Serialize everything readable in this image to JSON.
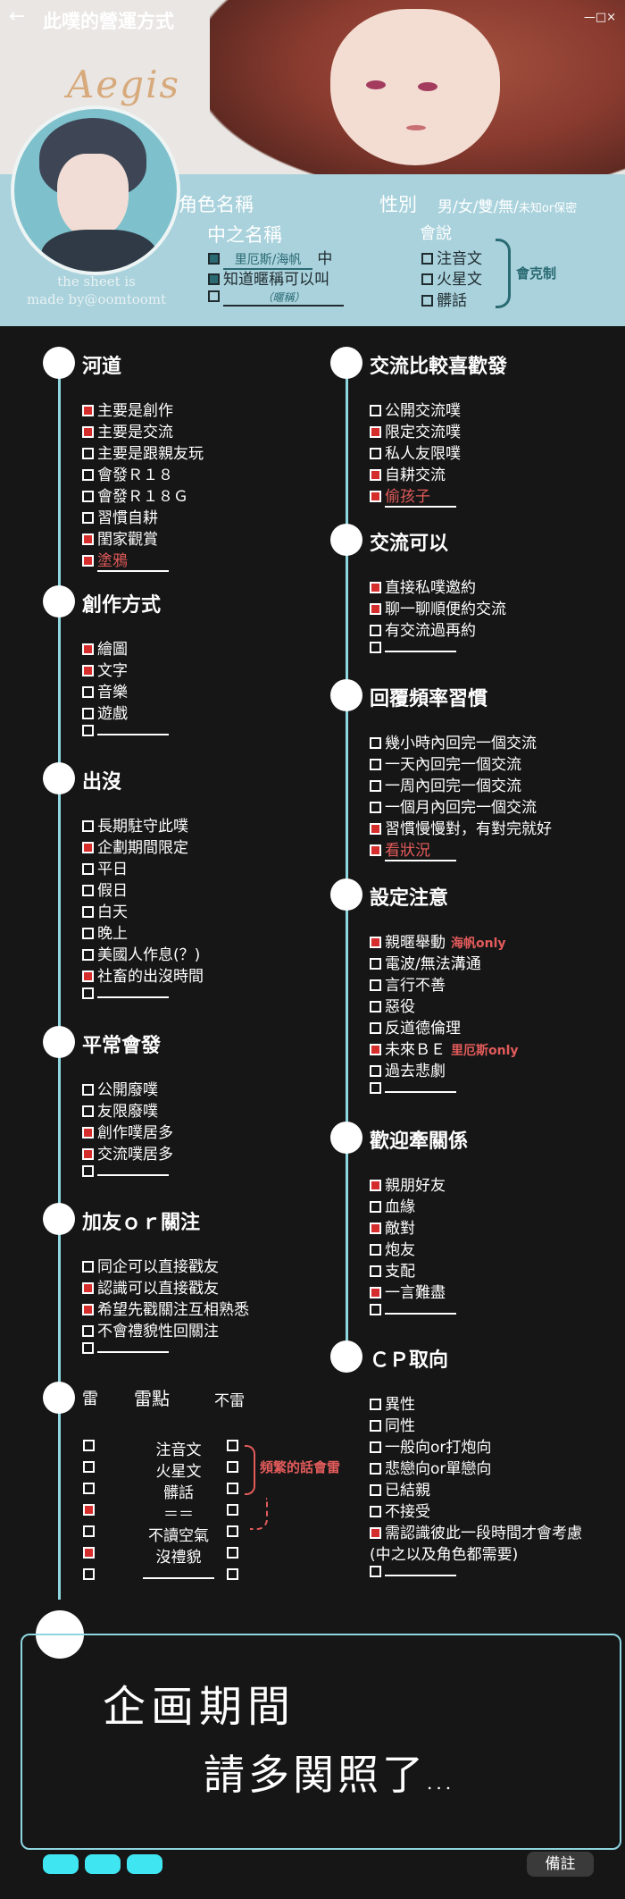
{
  "window": {
    "title": "此噗的營運方式",
    "back_icon": "←",
    "controls": "—□×"
  },
  "header": {
    "logo": "Aegis",
    "credit_line1": "the sheet is",
    "credit_line2": "made by@oomtoomt"
  },
  "profile": {
    "char_name_label": "角色名稱",
    "gender_label": "性別",
    "gender_options": "男/女/雙/無/",
    "gender_tail": "未知or保密",
    "cn_name_label": "中之名稱",
    "cn_opt1": "里厄斯/海帆",
    "cn_opt1_suffix": "中",
    "cn_opt2": "知道暱稱可以叫",
    "cn_opt3_hint": "（暱稱）",
    "speak_label": "會說",
    "speak_opts": [
      "注音文",
      "火星文",
      "髒話"
    ],
    "speak_note": "會克制"
  },
  "left": {
    "s1": {
      "title": "河道",
      "items": [
        "主要是創作",
        "主要是交流",
        "主要是跟親友玩",
        "會發Ｒ１８",
        "會發Ｒ１８Ｇ",
        "習慣自耕",
        "閨家觀賞",
        "塗鴉"
      ],
      "checked": [
        1,
        1,
        0,
        0,
        0,
        0,
        1,
        1
      ]
    },
    "s2": {
      "title": "創作方式",
      "items": [
        "繪圖",
        "文字",
        "音樂",
        "遊戲",
        ""
      ],
      "checked": [
        1,
        1,
        0,
        0,
        0
      ]
    },
    "s3": {
      "title": "出沒",
      "items": [
        "長期駐守此噗",
        "企劃期間限定",
        "平日",
        "假日",
        "白天",
        "晚上",
        "美國人作息(？)",
        "社畜的出沒時間",
        ""
      ],
      "checked": [
        0,
        1,
        0,
        0,
        0,
        0,
        0,
        1,
        0
      ]
    },
    "s4": {
      "title": "平常會發",
      "items": [
        "公開廢噗",
        "友限廢噗",
        "創作噗居多",
        "交流噗居多",
        ""
      ],
      "checked": [
        0,
        0,
        1,
        1,
        0
      ]
    },
    "s5": {
      "title": "加友ｏｒ關注",
      "items": [
        "同企可以直接戳友",
        "認識可以直接戳友",
        "希望先戳關注互相熟悉",
        "不會禮貌性回關注",
        ""
      ],
      "checked": [
        0,
        1,
        1,
        0,
        0
      ]
    },
    "s6": {
      "title_left": "雷",
      "title_mid": "雷點",
      "title_right": "不雷",
      "rows": [
        "注音文",
        "火星文",
        "髒話",
        "＝＝",
        "不讀空氣",
        "沒禮貌",
        ""
      ],
      "lei": [
        0,
        0,
        0,
        1,
        0,
        1,
        0
      ],
      "freq_note": "頻繁的話會雷"
    }
  },
  "right": {
    "s1": {
      "title": "交流比較喜歡發",
      "items": [
        "公開交流噗",
        "限定交流噗",
        "私人友限噗",
        "自耕交流",
        "偷孩子"
      ],
      "checked": [
        0,
        1,
        0,
        1,
        1
      ]
    },
    "s2": {
      "title": "交流可以",
      "items": [
        "直接私噗邀約",
        "聊一聊順便約交流",
        "有交流過再約",
        ""
      ],
      "checked": [
        1,
        1,
        0,
        0
      ]
    },
    "s3": {
      "title": "回覆頻率習慣",
      "items": [
        "幾小時內回完一個交流",
        "一天內回完一個交流",
        "一周內回完一個交流",
        "一個月內回完一個交流",
        "習慣慢慢對，有對完就好",
        "看狀況"
      ],
      "checked": [
        0,
        0,
        0,
        0,
        1,
        1
      ]
    },
    "s4": {
      "title": "設定注意",
      "items": [
        "親暱舉動",
        "電波/無法溝通",
        "言行不善",
        "惡役",
        "反道德倫理",
        "未來ＢＥ",
        "過去悲劇",
        ""
      ],
      "checked": [
        1,
        0,
        0,
        0,
        0,
        1,
        0,
        0
      ],
      "note1": "海帆only",
      "note2": "里厄斯only"
    },
    "s5": {
      "title": "歡迎牽關係",
      "items": [
        "親朋好友",
        "血緣",
        "敵對",
        "炮友",
        "支配",
        "一言難盡",
        ""
      ],
      "checked": [
        1,
        0,
        1,
        0,
        0,
        1,
        0
      ]
    },
    "s6": {
      "title": "ＣＰ取向",
      "items": [
        "異性",
        "同性",
        "一般向or打炮向",
        "悲戀向or單戀向",
        "已結親",
        "不接受",
        "需認識彼此一段時間才會考慮",
        "(中之以及角色都需要)",
        ""
      ],
      "checked": [
        0,
        0,
        0,
        0,
        0,
        0,
        1,
        -1,
        0
      ]
    }
  },
  "footer": {
    "line1": "企画期間",
    "line2": "請多関照了",
    "line2_dots": "...",
    "memo": "備註"
  },
  "colors": {
    "accent": "#8ed6e0",
    "band": "#a9d2dc",
    "check_red": "#d52c2c",
    "note_red": "#e35b5b",
    "pill": "#3fe5f0"
  }
}
